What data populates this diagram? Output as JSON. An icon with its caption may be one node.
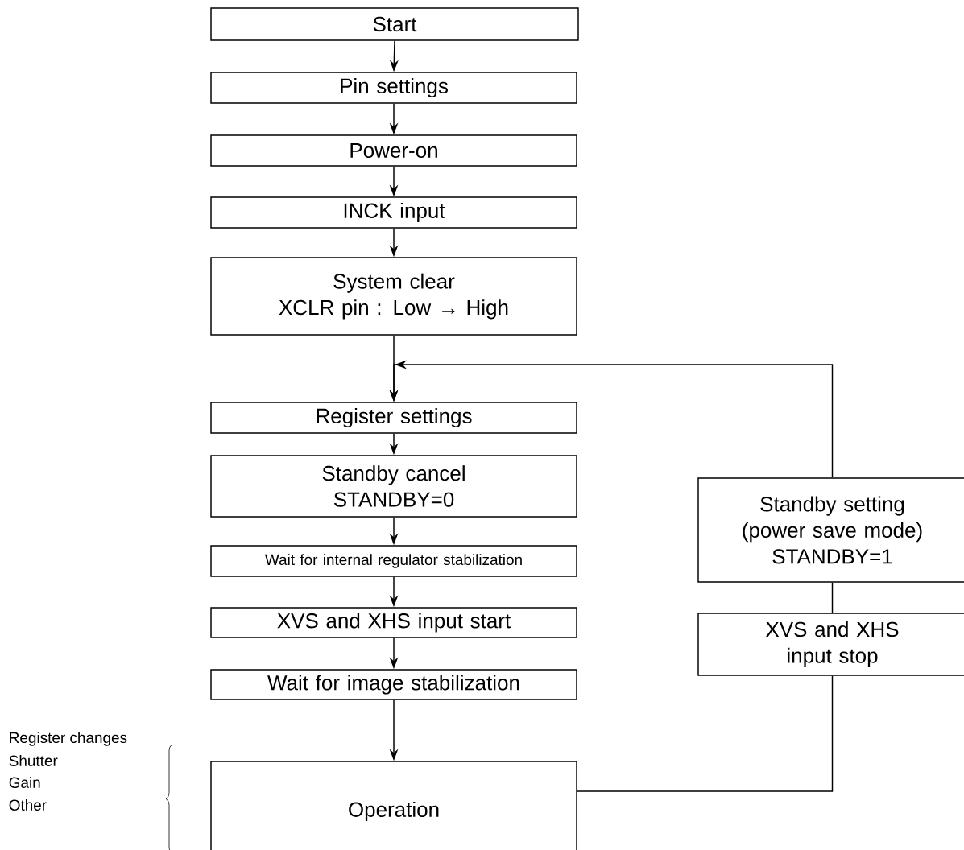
{
  "diagram": {
    "nodes": [
      {
        "text": [
          "Start"
        ]
      },
      {
        "text": [
          "Pin settings"
        ]
      },
      {
        "text": [
          "Power-on"
        ]
      },
      {
        "text": [
          "INCK input"
        ]
      },
      {
        "text": [
          "System clear",
          "XCLR pin : Low → High"
        ]
      },
      {
        "text": [
          "Register settings"
        ]
      },
      {
        "text": [
          "Standby cancel",
          "STANDBY=0"
        ]
      },
      {
        "text": [
          "Wait for internal regulator stabilization"
        ]
      },
      {
        "text": [
          "XVS and XHS input start"
        ]
      },
      {
        "text": [
          "Wait for image stabilization"
        ]
      },
      {
        "text": [
          "Operation"
        ]
      },
      {
        "text": [
          "Standby setting",
          "(power save mode)",
          "STANDBY=1"
        ]
      },
      {
        "text": [
          "XVS and XHS input stop"
        ]
      }
    ],
    "edges": [
      {
        "from": 0,
        "to": 1,
        "arrow": "to"
      },
      {
        "from": 1,
        "to": 2,
        "arrow": "to"
      },
      {
        "from": 2,
        "to": 3,
        "arrow": "to"
      },
      {
        "from": 3,
        "to": 4,
        "arrow": "to"
      },
      {
        "from": 4,
        "to": 5,
        "arrow": "to"
      },
      {
        "from": 5,
        "to": 6,
        "arrow": "to"
      },
      {
        "from": 6,
        "to": 7,
        "arrow": "to"
      },
      {
        "from": 7,
        "to": 8,
        "arrow": "to"
      },
      {
        "from": 8,
        "to": 9,
        "arrow": "to"
      },
      {
        "from": 9,
        "to": 10,
        "arrow": "to"
      },
      {
        "from": 10,
        "to": 12,
        "arrow": "none"
      },
      {
        "from": 12,
        "to": 11,
        "arrow": "none"
      },
      {
        "from": 11,
        "to": 5,
        "arrow": "to"
      }
    ],
    "labels": [
      "Register changes",
      "Shutter",
      "Gain",
      "Other"
    ]
  }
}
